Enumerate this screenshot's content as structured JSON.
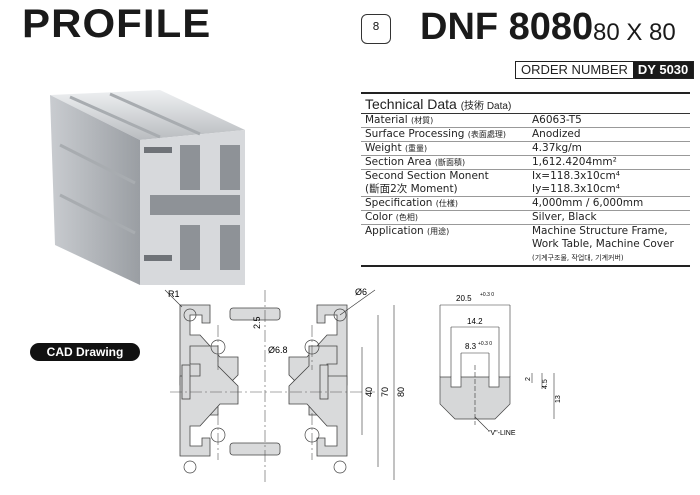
{
  "header": {
    "title": "PROFILE",
    "logo_text": "8",
    "model": "DNF 8080",
    "size": "80 X 80",
    "order_label": "ORDER NUMBER",
    "order_number": "DY 5030"
  },
  "tech": {
    "title": "Technical Data",
    "title_sub": "(技術 Data)",
    "rows": [
      {
        "label": "Material",
        "label_sub": "(材質)",
        "value": "A6063-T5"
      },
      {
        "label": "Surface Processing",
        "label_sub": "(表面處理)",
        "value": "Anodized"
      },
      {
        "label": "Weight",
        "label_sub": "(重量)",
        "value": "4.37kg/m"
      },
      {
        "label": "Section Area",
        "label_sub": "(斷面積)",
        "value": "1,612.4204mm²"
      },
      {
        "label": "Second Section Monent",
        "label_sub": "",
        "value": "Ix=118.3x10cm⁴"
      },
      {
        "label": "(斷面2次 Moment)",
        "label_sub": "",
        "value": "Iy=118.3x10cm⁴"
      },
      {
        "label": "Specification",
        "label_sub": "(仕樣)",
        "value": "4,000mm / 6,000mm"
      },
      {
        "label": "Color",
        "label_sub": "(色相)",
        "value": "Silver, Black"
      },
      {
        "label": "Application",
        "label_sub": "(用途)",
        "value": "Machine Structure Frame,",
        "value2": "Work Table, Machine Cover",
        "note": "(기계구조물, 작업대, 기계커버)"
      }
    ]
  },
  "cad": {
    "label": "CAD Drawing",
    "dims": {
      "r1": "R1",
      "d6": "Ø6",
      "d68": "Ø6.8",
      "d25": "2.5",
      "d40": "40",
      "d70": "70",
      "d80": "80"
    },
    "slot": {
      "w1": "20.5",
      "w1_tol": "+0.3 0",
      "w2": "14.2",
      "w3": "8.3",
      "w3_tol": "+0.3 0",
      "h1": "2",
      "h2": "4.5",
      "h3": "13",
      "vline": "\"V\"-LINE"
    }
  }
}
